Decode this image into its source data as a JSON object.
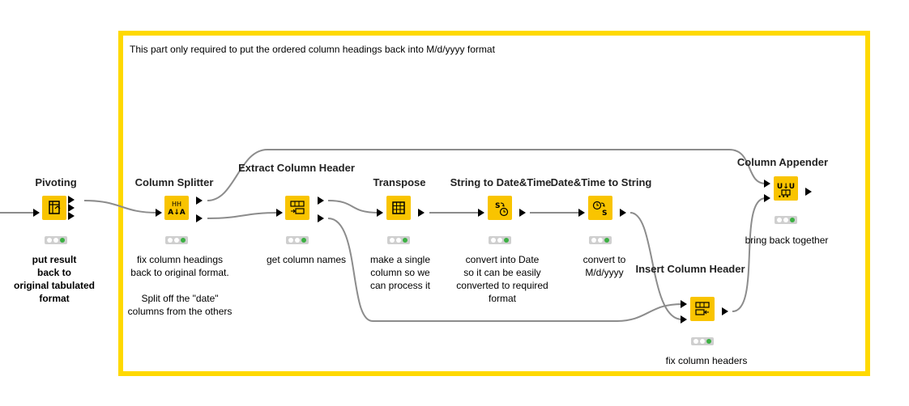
{
  "annotation": "This part only required to put the ordered column headings back into M/d/yyyy format",
  "nodes": {
    "pivoting": {
      "title": "Pivoting",
      "desc": "put result\nback to\noriginal tabulated\nformat"
    },
    "column_splitter": {
      "title": "Column Splitter",
      "desc": "fix column headings\nback to original format.\n\nSplit off the \"date\"\ncolumns from the others"
    },
    "extract_header": {
      "title": "Extract\nColumn Header",
      "desc": "get column names"
    },
    "transpose": {
      "title": "Transpose",
      "desc": "make a single\ncolumn so we\ncan process it"
    },
    "string_to_dt": {
      "title": "String to Date&Time",
      "desc": "convert into Date\nso it can be easily\nconverted to required\nformat"
    },
    "dt_to_string": {
      "title": "Date&Time to String",
      "desc": "convert to\nM/d/yyyy"
    },
    "insert_header": {
      "title": "Insert Column\nHeader",
      "desc": "fix column headers"
    },
    "column_appender": {
      "title": "Column Appender",
      "desc": "bring back together"
    }
  },
  "colors": {
    "annotation_border": "#ffd900",
    "node_fill": "#f9c400",
    "status_ok": "#3cb043"
  }
}
